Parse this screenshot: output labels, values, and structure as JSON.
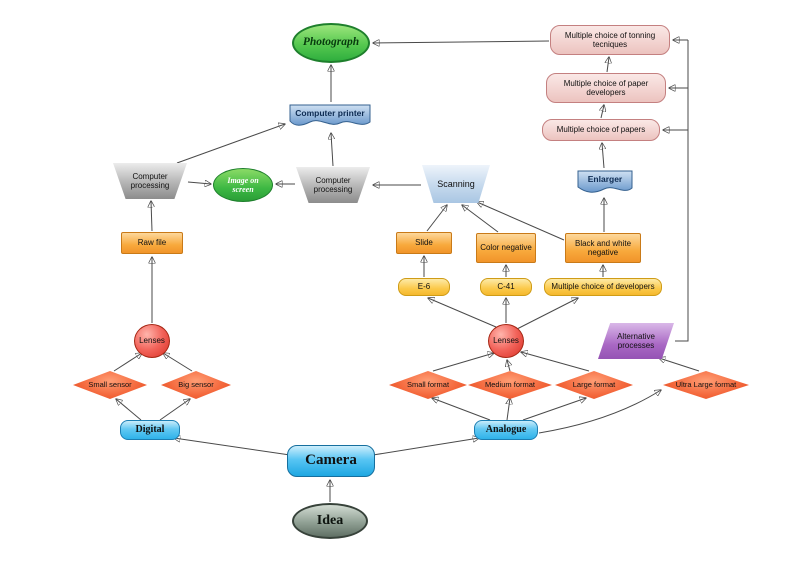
{
  "diagram": {
    "nodes": {
      "idea": {
        "label": "Idea"
      },
      "camera": {
        "label": "Camera"
      },
      "digital": {
        "label": "Digital"
      },
      "analogue": {
        "label": "Analogue"
      },
      "small_sensor": {
        "label": "Small sensor"
      },
      "big_sensor": {
        "label": "Big sensor"
      },
      "lenses_digital": {
        "label": "Lenses"
      },
      "lenses_analogue": {
        "label": "Lenses"
      },
      "raw_file": {
        "label": "Raw file"
      },
      "computer_processing_left": {
        "label": "Computer processing"
      },
      "computer_processing_right": {
        "label": "Computer processing"
      },
      "image_on_screen": {
        "label": "Image on screen"
      },
      "computer_printer": {
        "label": "Computer printer"
      },
      "photograph": {
        "label": "Photograph"
      },
      "scanning": {
        "label": "Scanning"
      },
      "slide": {
        "label": "Slide"
      },
      "color_negative": {
        "label": "Color negative"
      },
      "bw_negative": {
        "label": "Black and white negative"
      },
      "e6": {
        "label": "E-6"
      },
      "c41": {
        "label": "C-41"
      },
      "multiple_developers": {
        "label": "Multiple choice of developers"
      },
      "enlarger": {
        "label": "Enlarger"
      },
      "multiple_papers": {
        "label": "Multiple choice of papers"
      },
      "multiple_paper_developers": {
        "label": "Multiple choice of paper developers"
      },
      "multiple_tonning": {
        "label": "Multiple choice of tonning tecniques"
      },
      "alternative_processes": {
        "label": "Alternative processes"
      },
      "small_format": {
        "label": "Small format"
      },
      "medium_format": {
        "label": "Medium format"
      },
      "large_format": {
        "label": "Large format"
      },
      "ultra_large_format": {
        "label": "Ultra Large format"
      }
    },
    "colors": {
      "green_node": "#3db843",
      "blue_node": "#2fb3ea",
      "orange_node": "#f8a93c",
      "yellow_node": "#fbc94a",
      "red_node": "#e0481d",
      "gray_node": "#b9b9b9",
      "pink_node": "#f2d2cf",
      "purple_node": "#a968c4",
      "connector": "#4a4a4a",
      "background": "#ffffff"
    }
  }
}
